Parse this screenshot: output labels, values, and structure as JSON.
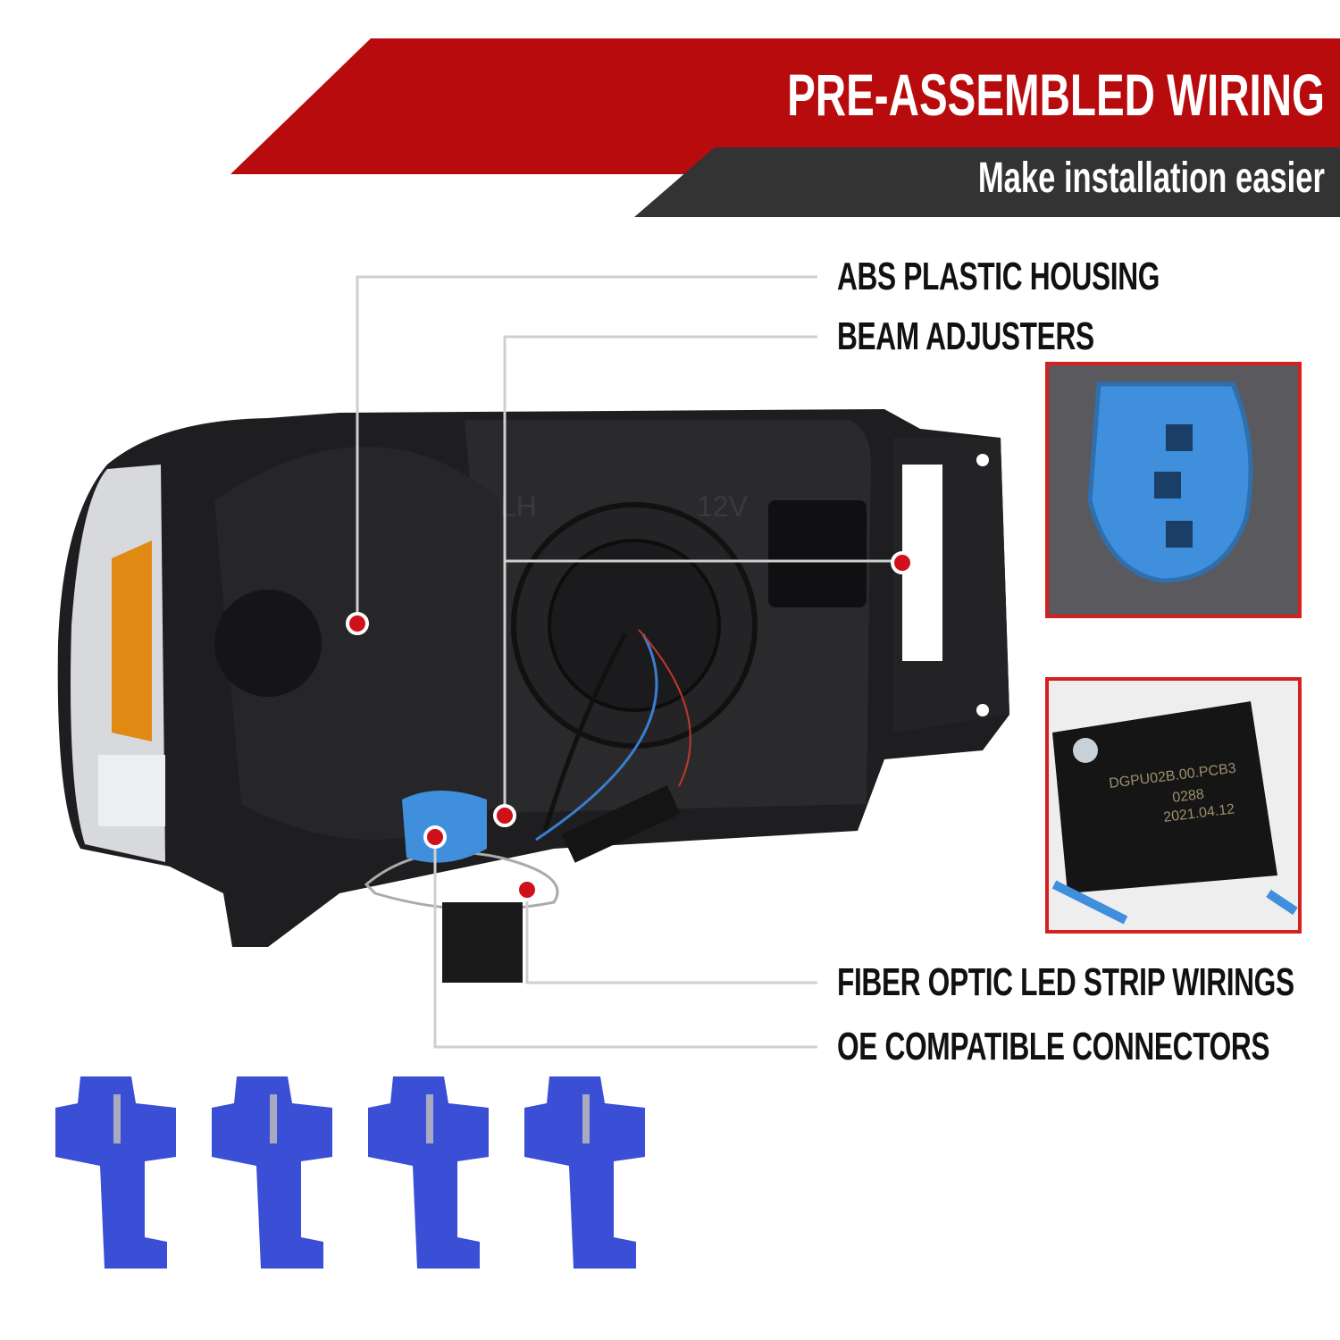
{
  "banner": {
    "title": "PRE-ASSEMBLED WIRING",
    "subtitle": "Make installation easier",
    "colors": {
      "red": "#b80b0d",
      "dark": "#333333"
    }
  },
  "callouts": [
    {
      "label": "ABS PLASTIC HOUSING"
    },
    {
      "label": "BEAM ADJUSTERS"
    },
    {
      "label": "FIBER OPTIC LED STRIP WIRINGS"
    },
    {
      "label": "OE COMPATIBLE CONNECTORS"
    }
  ],
  "housing_marks": {
    "voltage": "12V",
    "side": "LH"
  },
  "module_inset": {
    "line1": "DGPU02B.00.PCB3",
    "line2": "0288",
    "line3": "2021.04.12"
  },
  "accent": {
    "dot": "#d0101a",
    "connector_blue": "#3f8fdc",
    "tap_blue": "#3a4fd6",
    "inset_border": "#d61f1f"
  }
}
